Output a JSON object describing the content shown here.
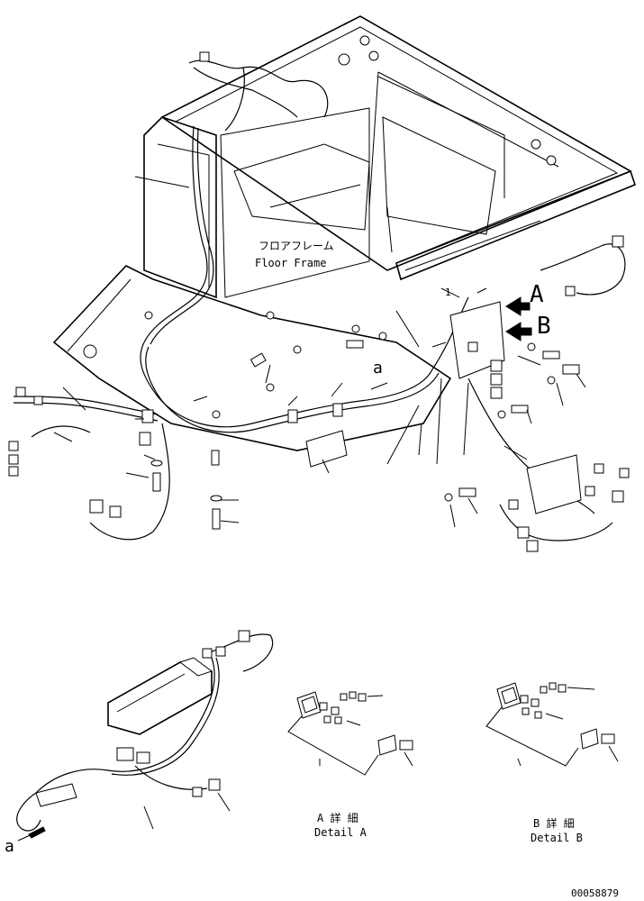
{
  "diagram": {
    "floor_frame_label_jp": "フロアフレーム",
    "floor_frame_label_en": "Floor Frame",
    "view_marker_a": "A",
    "view_marker_b": "B",
    "point_a": "a",
    "point_a_lower": "a",
    "ref_number_1": "1",
    "detail_a_jp": "A 詳 細",
    "detail_a_en": "Detail A",
    "detail_b_jp": "B 詳 細",
    "detail_b_en": "Detail B",
    "drawing_number": "00058879"
  }
}
